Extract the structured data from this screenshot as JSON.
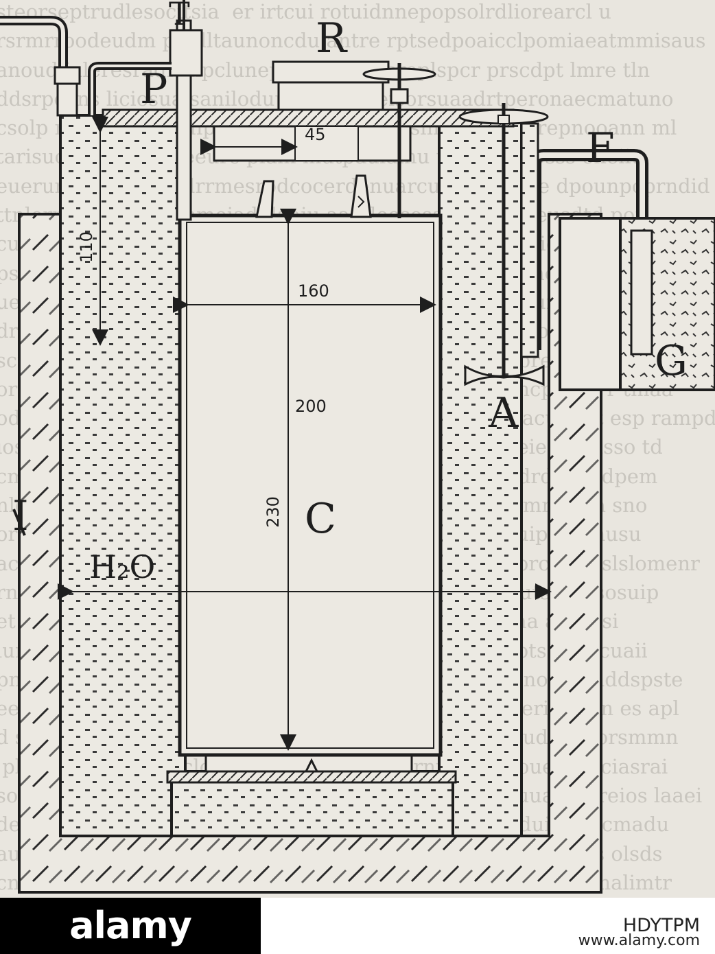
{
  "diagram": {
    "labels": {
      "T": "T",
      "R": "R",
      "P": "P",
      "F": "F",
      "A": "A",
      "C": "C",
      "G": "G",
      "I": "I",
      "H2O": "H₂O"
    },
    "dimensions": {
      "d45": "45",
      "d110": "110",
      "d160": "160",
      "d200": "200",
      "d230": "230"
    }
  },
  "watermark": {
    "logo": "alamy",
    "image_id": "HDYTPM",
    "site": "www.alamy.com"
  }
}
